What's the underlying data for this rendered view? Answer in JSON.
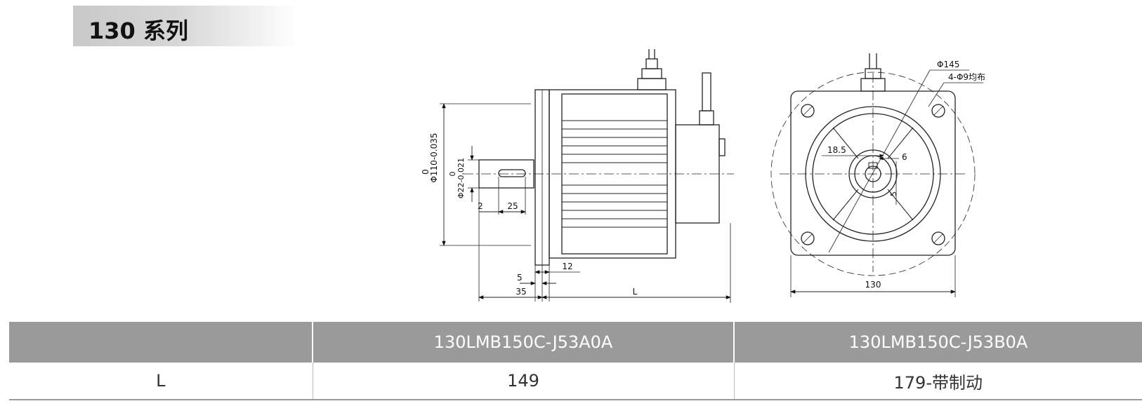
{
  "header": {
    "title": "130 系列"
  },
  "drawing": {
    "side_view": {
      "dim_flange_dia": "Φ110-0.035",
      "dim_flange_tol": "0",
      "dim_shaft_dia": "Φ22-0.021",
      "dim_shaft_tol": "0",
      "dim_2": "2",
      "dim_25": "25",
      "dim_5": "5",
      "dim_12": "12",
      "dim_35": "35",
      "dim_L": "L"
    },
    "front_view": {
      "dim_pcd": "Φ145",
      "dim_holes": "4-Φ9均布",
      "dim_18_5": "18.5",
      "dim_6": "6",
      "dim_5": "5",
      "dim_130": "130"
    }
  },
  "table": {
    "headers": [
      "",
      "130LMB150C-J53A0A",
      "130LMB150C-J53B0A"
    ],
    "rows": [
      [
        "L",
        "149",
        "179-带制动"
      ]
    ]
  }
}
